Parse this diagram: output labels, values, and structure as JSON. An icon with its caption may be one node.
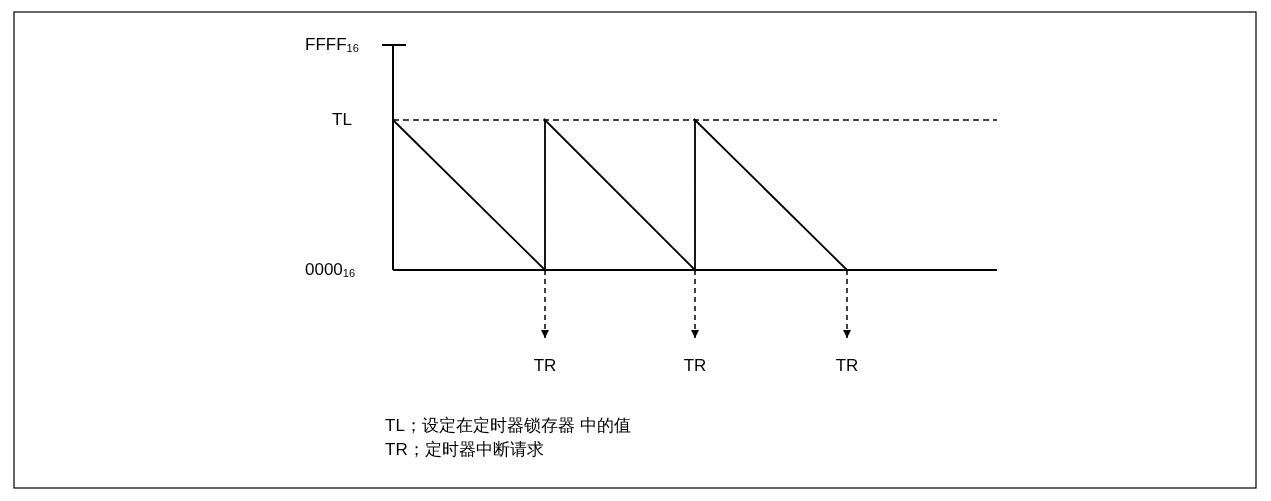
{
  "diagram": {
    "nodes": [
      {
        "text": [],
        "shape": "line"
      },
      {
        "text": [
          "TR"
        ]
      },
      {
        "text": [
          "TR"
        ]
      },
      {
        "text": [
          "TR"
        ]
      }
    ],
    "edges": [
      {
        "from": 0,
        "to": 1,
        "arrow": "to",
        "style": "dashed"
      },
      {
        "from": 0,
        "to": 2,
        "arrow": "to",
        "style": "dashed"
      },
      {
        "from": 0,
        "to": 3,
        "arrow": "to",
        "style": "dashed"
      }
    ],
    "labels": [
      "FFFF$_{16}$",
      "TL",
      "0000$_{16}$",
      "TL；设定在定时器锁存器 中的值",
      "TR；定时器中断请求"
    ]
  }
}
